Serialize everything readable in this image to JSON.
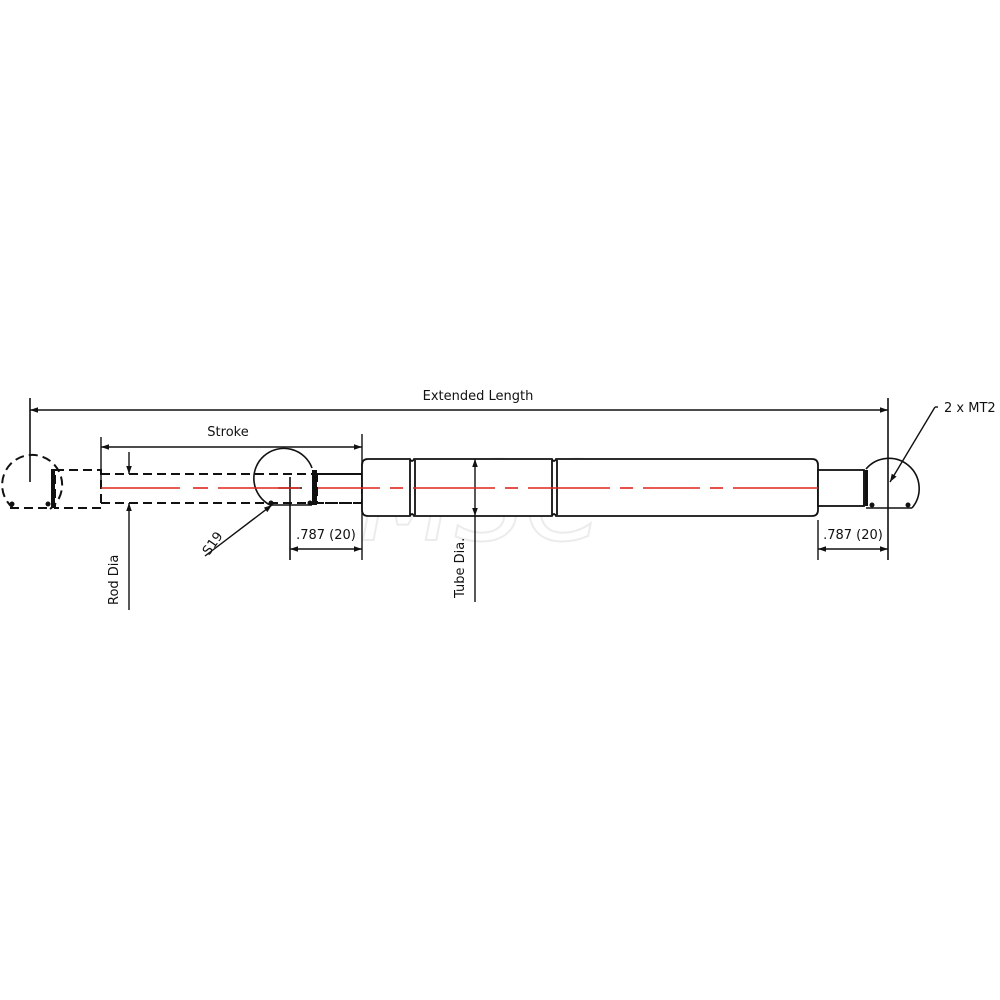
{
  "drawing": {
    "title": "Gas spring dimension drawing",
    "watermark": "MSC",
    "colors": {
      "line": "#111111",
      "centerline": "#e0231c",
      "background": "#ffffff",
      "watermark": "#ececec"
    },
    "labels": {
      "extended_length": "Extended Length",
      "stroke": "Stroke",
      "rod_dia": "Rod Dia",
      "tube_dia": "Tube Dia.",
      "ball_socket_size": "S19",
      "end_fitting_left": ".787 (20)",
      "end_fitting_right": ".787 (20)",
      "end_fitting_callout": "2 x MT2"
    }
  }
}
